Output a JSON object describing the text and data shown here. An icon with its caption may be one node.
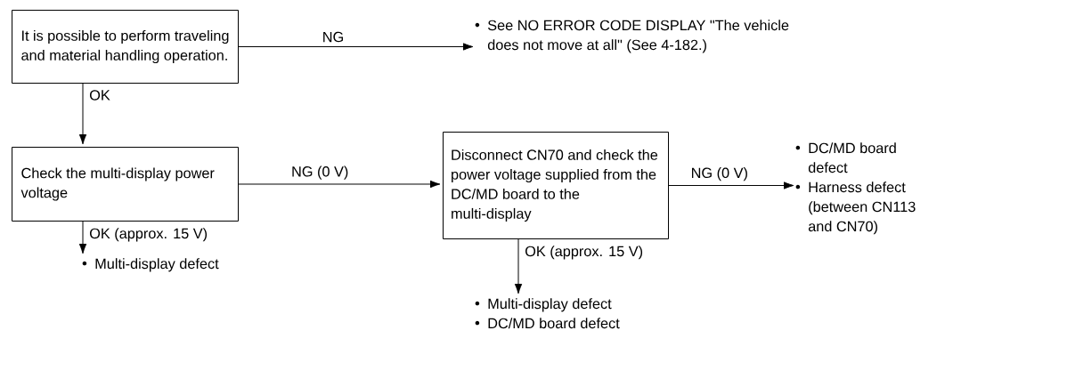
{
  "diagram": {
    "nodes": [
      {
        "text": [
          "It is possible to perform traveling and material handling operation."
        ]
      },
      {
        "text": [
          "See NO ERROR CODE DISPLAY \"The vehicle does not move at all\" (See 4-182.)"
        ]
      },
      {
        "text": [
          "Check the multi-display power voltage"
        ]
      },
      {
        "text": [
          "Multi-display defect"
        ]
      },
      {
        "text": [
          "Disconnect CN70 and check the power voltage supplied from the DC/MD board to the multi-display"
        ]
      },
      {
        "text": [
          "DC/MD board defect",
          "Harness defect (between CN113 and CN70)"
        ]
      },
      {
        "text": [
          "Multi-display defect",
          "DC/MD board defect"
        ]
      }
    ],
    "edges": [
      {
        "from": 0,
        "to": 1,
        "arrow": "to",
        "label": "NG"
      },
      {
        "from": 0,
        "to": 2,
        "arrow": "to",
        "label": "OK"
      },
      {
        "from": 2,
        "to": 4,
        "arrow": "to",
        "label": "NG (0 V)"
      },
      {
        "from": 2,
        "to": 3,
        "arrow": "to",
        "label": "OK (approx. 15 V)"
      },
      {
        "from": 4,
        "to": 5,
        "arrow": "to",
        "label": "NG (0 V)"
      },
      {
        "from": 4,
        "to": 6,
        "arrow": "to",
        "label": "OK (approx. 15 V)"
      }
    ]
  }
}
